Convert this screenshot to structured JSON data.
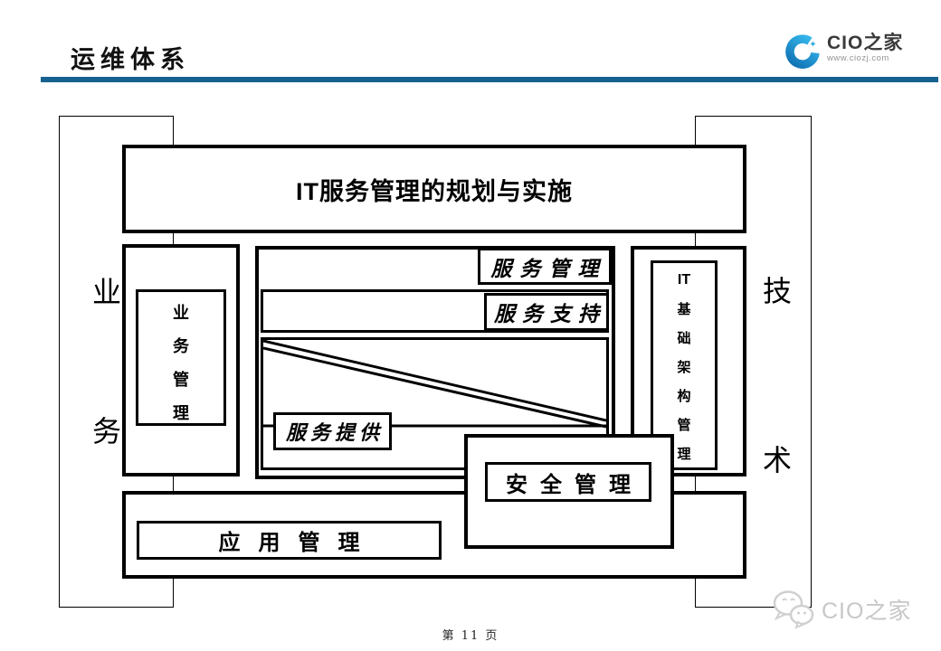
{
  "header": {
    "title": "运维体系",
    "accent_color": "#16618F",
    "logo": {
      "name": "CIO之家",
      "url": "www.ciozj.com",
      "icon": "cio-c-swirl-icon",
      "brand_blue_light": "#35B5EA",
      "brand_blue_dark": "#1173B4"
    }
  },
  "diagram": {
    "planning_box": {
      "label": "IT服务管理的规划与实施"
    },
    "left_band": {
      "chars": [
        "业",
        "务"
      ]
    },
    "right_band": {
      "chars": [
        "技",
        "术"
      ]
    },
    "business_mgmt": {
      "chars": [
        "业",
        "务",
        "管",
        "理"
      ]
    },
    "it_infra": {
      "chars": [
        "IT",
        "基",
        "础",
        "架",
        "构",
        "管",
        "理"
      ]
    },
    "service_mgmt": {
      "label": "服务管理"
    },
    "service_support": {
      "label": "服务支持"
    },
    "service_delivery": {
      "label": "服务提供"
    },
    "security_mgmt": {
      "label": "安全管理"
    },
    "app_mgmt": {
      "label": "应用管理"
    },
    "line_color": "#000000"
  },
  "footer": {
    "page_number": "第 11 页",
    "watermark": {
      "text": "CIO之家",
      "icon": "chat-bubbles"
    }
  }
}
